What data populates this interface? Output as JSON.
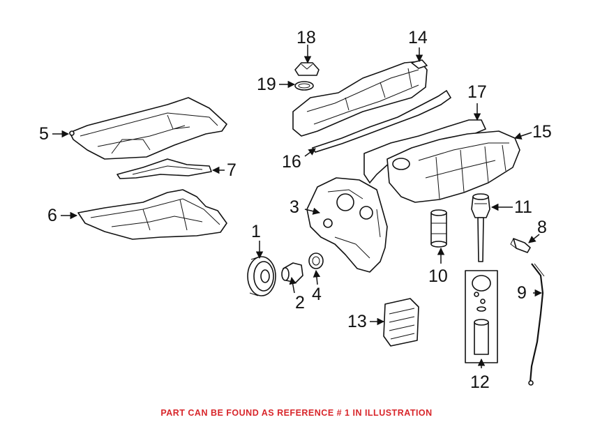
{
  "callouts": [
    {
      "id": "1",
      "label": "1"
    },
    {
      "id": "2",
      "label": "2"
    },
    {
      "id": "3",
      "label": "3"
    },
    {
      "id": "4",
      "label": "4"
    },
    {
      "id": "5",
      "label": "5"
    },
    {
      "id": "6",
      "label": "6"
    },
    {
      "id": "7",
      "label": "7"
    },
    {
      "id": "8",
      "label": "8"
    },
    {
      "id": "9",
      "label": "9"
    },
    {
      "id": "10",
      "label": "10"
    },
    {
      "id": "11",
      "label": "11"
    },
    {
      "id": "12",
      "label": "12"
    },
    {
      "id": "13",
      "label": "13"
    },
    {
      "id": "14",
      "label": "14"
    },
    {
      "id": "15",
      "label": "15"
    },
    {
      "id": "16",
      "label": "16"
    },
    {
      "id": "17",
      "label": "17"
    },
    {
      "id": "18",
      "label": "18"
    },
    {
      "id": "19",
      "label": "19"
    }
  ],
  "caption": {
    "text": "PART CAN BE FOUND AS REFERENCE # 1 IN ILLUSTRATION",
    "color": "#d8262b"
  }
}
